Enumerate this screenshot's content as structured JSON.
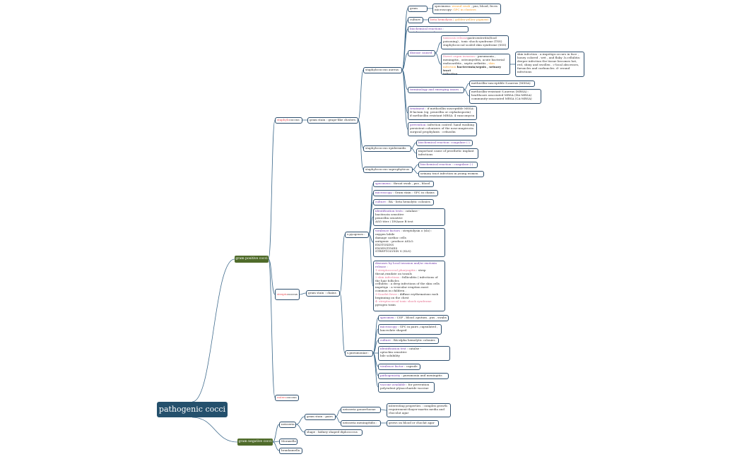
{
  "root": "pathogenic cocci",
  "branches": {
    "positive": "gram positive cocci",
    "negative": "gram negative cocci"
  },
  "staph": {
    "prefix": "staphylo",
    "suffix": "coccus",
    "stain": "gram stain : grape-like clusters",
    "aureus": {
      "label": "staphylococcus aureus",
      "gram_stain": {
        "label": "gram stain",
        "specimens_pre": "specimens: ",
        "specimens_hl": "wound swab",
        "specimens_post": " , pus, blood, feces",
        "micro_pre": "microscopy: ",
        "micro_hl": "GPC in clusters"
      },
      "culture": {
        "label": "culture",
        "value_hl": "beta hemolysis",
        "value_post": " | golden-yellow pigment"
      },
      "biochem": "biochemical reactions : catalase+,coagulase+",
      "disease": {
        "label": "disease caused",
        "toxin_hl": "toxicosis release",
        "toxin_text": "gastroenteritis(food\npoisoning) , toxic shock syndrome (TSS)\nstaphylococcal scaled skin syndrome (SSS)",
        "direct_hl": "Direct organ invasion",
        "direct_text": " : pneumonia ,\nmeningitis , osteomyelitis, acute bacterial\nendocarditis , septic arthritis , ",
        "skin_hl": "skin\ninfection",
        "bacteremia": " bacteremia/sepsis , urinary tract\ninfection .",
        "skin_detail": "skin infection : a.impetigo:occurs in face ,\nhoney colored , wet , and flaky .b.cellulitis:\ndeeper infection the tissue becomes hot,\nred, shiny and swollen . c-local abscesses,\nfuruncles and carbuncles. d- wound\ninfections"
      },
      "terminology": {
        "label": "terminology and emerging issues :",
        "mssa": "methicillin-susceptible S.aureus (MSSA)",
        "mrsa": "methicillin-resistant S.aureus (MRSA) :\nhealthcare associated MRSA (HA-MRSA)\ncommunity-associated MRSA (CA-MRSA)"
      },
      "treatment_label": "treatment",
      "treatment_text": " : if methicillin susceptible MSSA:\nB-lactam (eg. penicillin or cephalosporin)\nif methicillin resistant MRSA: 4 vancomycin",
      "prevention_label": "prevention",
      "prevention_text": ": infection control: hand washing\n persistent colonizers of the nose:mupirocin\nsurgical prophylaxis : cefazolin"
    },
    "epidermidis": {
      "label": "staphylococcus epidermidis",
      "biochem": "biochemical reaction: coagulase (-)",
      "note": "important cause of prosthetic implant\ninfections"
    },
    "saprophyticus": {
      "label": "staphylococcus saprophyticus",
      "biochem": "biochemical reaction : coagulase (-)",
      "note": "urinary tract infection in young women"
    }
  },
  "strep": {
    "prefix": "strepto",
    "suffix": "coccus",
    "stain": "gram stain : chains",
    "pyogenes": {
      "label": "s.pyogenes :",
      "specimens_k": "specimens",
      "specimens_v": " : throat swab , pus , blood",
      "micro_k": "microscopy",
      "micro_v": " : Gram stain : GPC in chains",
      "culture_k": "culture",
      "culture_v": " : BA - beta hemolytic colonies",
      "ident_k": "identification tests",
      "ident_v": " : catalase -\n bacitracin sensitive\npenicillin sensitive\nASO titer / DNAase B test",
      "virulence_k": "virulence factors",
      "virulence_v": " : streptolysin o (slo) :\noxygen labile\ndamage cardiac cells\nantigenic : produce ASLO.\nEXOTOXINS\nEXOENZYMES\nSTREPTOLYSIN S (SLS)",
      "diseases_k": "diseases by local invasion and/or exotoxin\nrelease :",
      "d1_hl": "1-streptococcal pharyngitis",
      "d1_v": " : strep\nthroat,exudate on tonsils",
      "d2_hl": "2-skin infections",
      "d2_v": " : folliculitis ( infections of\nthe hair follicles\ncellulitis : a deep infections of the skin cells\nimpetigo : a vesicular eruption most\ncommon in children .",
      "d3_hl": "3-Scarlet fever",
      "d3_v": " : diffuse erythematous rash\nbeginning on the chest",
      "d4_hl": "4- streptococcal toxic shock syndrome",
      "d4_v": "\npyrogen toxin"
    },
    "pneumoniae": {
      "label": "s.pneumoniae :",
      "specimens_k": "specimen",
      "specimens_v": " : CSF , blood ,sputum , pus , swabs",
      "micro_k": "microscopy",
      "micro_v": " : GPC in pairs ,capsulated ,\nlanceolate shaped",
      "culture_k": "culture",
      "culture_v": " : BA-alpha hemolytic colonies",
      "ident_k": "identification test",
      "ident_v": " : catalse -\n optochin sensitive\nbile solubility",
      "virulence_k": "virulence factor",
      "virulence_v": " : capsule",
      "path_k": "pathogenicity",
      "path_v": " : pneumonia  and meningitis",
      "vaccine_k": "vaccine available",
      "vaccine_v": " : for prevention\npolyvalent plysaccharide vaccine"
    }
  },
  "entero": {
    "prefix": "entero",
    "suffix": "coccus"
  },
  "neg": {
    "neisseria": "neisseria",
    "stain": "gram stain : pairs",
    "gonorrhoeae": "neisseria gonorrhoeae",
    "gonorrhoeae_note": "interesting properties : complex growth\nrequirement:thayer-martin media and\nchocolat agar",
    "meningitidis": "neisseria meningitidis :",
    "meningitidis_note": "grows on blood or choclat agar",
    "shape": "shape : kidney shaped diplococcus",
    "moraxella": "Moraxella",
    "branhamella": "branhamella"
  },
  "colors": {
    "line": "#3e6a8c",
    "root": "#24506c",
    "branch": "#4f6b2a",
    "keyword": "#6c33a8",
    "red": "#e8484f",
    "orange": "#f19a28",
    "pink": "#e36c8c"
  }
}
